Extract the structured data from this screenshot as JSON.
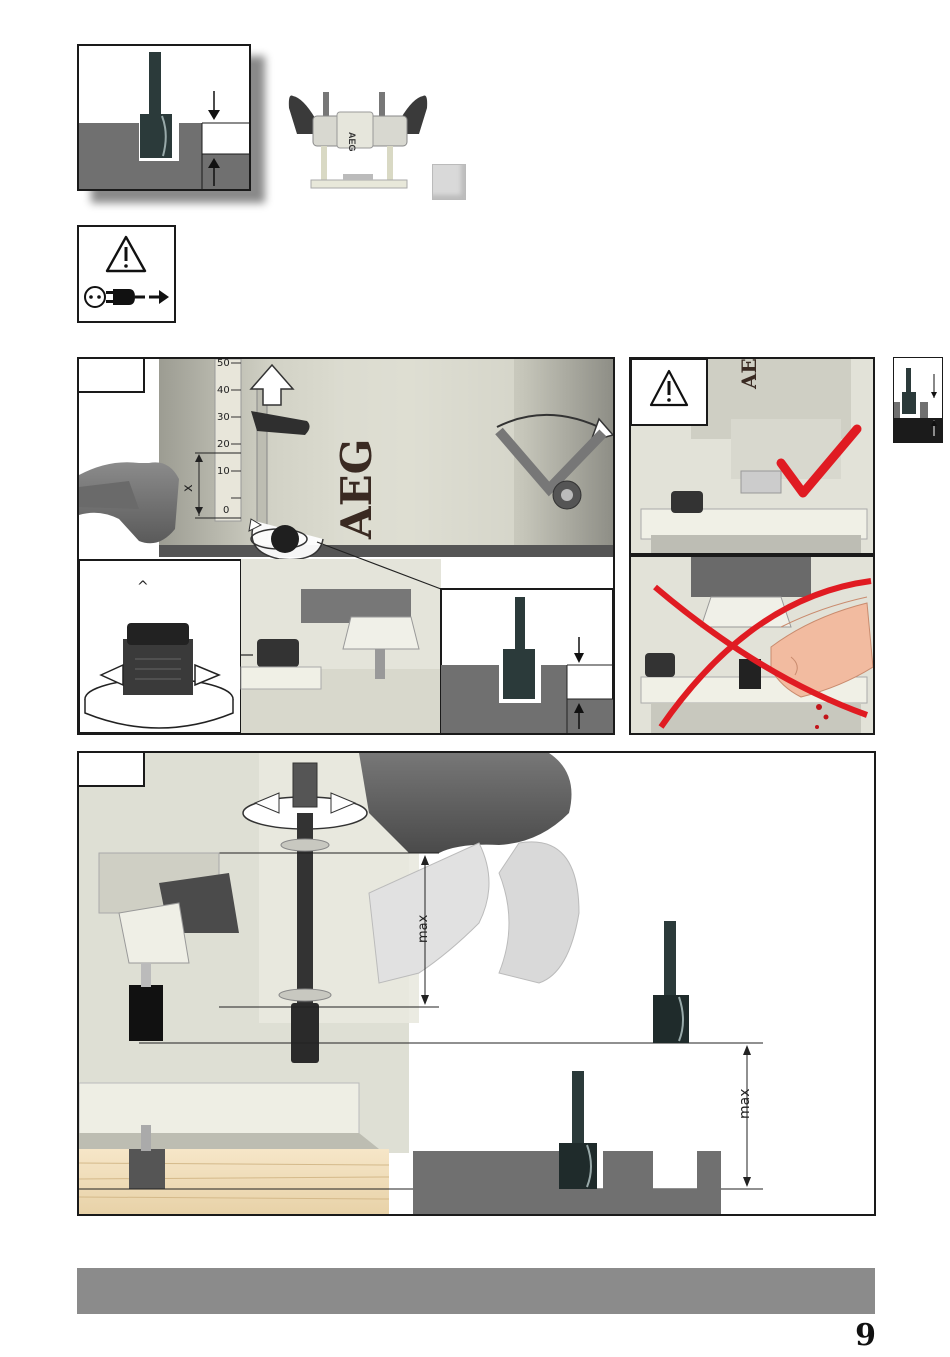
{
  "figure1": {
    "brand_label": "AEG",
    "ruler_labels": [
      "50",
      "40",
      "30",
      "20",
      "10",
      "0"
    ],
    "x_label": "x",
    "caret_label": "^"
  },
  "figure2": {
    "max_vertical_label": "max",
    "max_depth_label": "max"
  },
  "page": {
    "number": "9"
  },
  "colors": {
    "dark_gray": "#6e6e6e",
    "border": "#1a1a1a",
    "check_red": "#e01b22",
    "footer_bar": "#8b8b8b"
  }
}
